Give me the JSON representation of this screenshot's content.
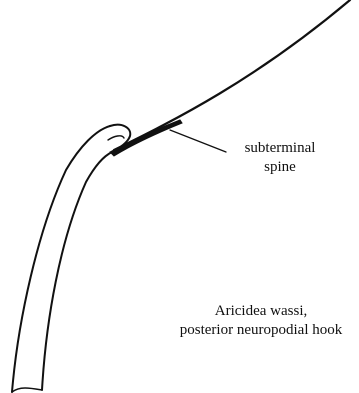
{
  "labels": {
    "spine_line1": "subterminal",
    "spine_line2": "spine"
  },
  "caption": {
    "line1": "Aricidea wassi,",
    "line2": "posterior neuropodial hook"
  },
  "colors": {
    "ink": "#111111",
    "background": "#ffffff"
  }
}
